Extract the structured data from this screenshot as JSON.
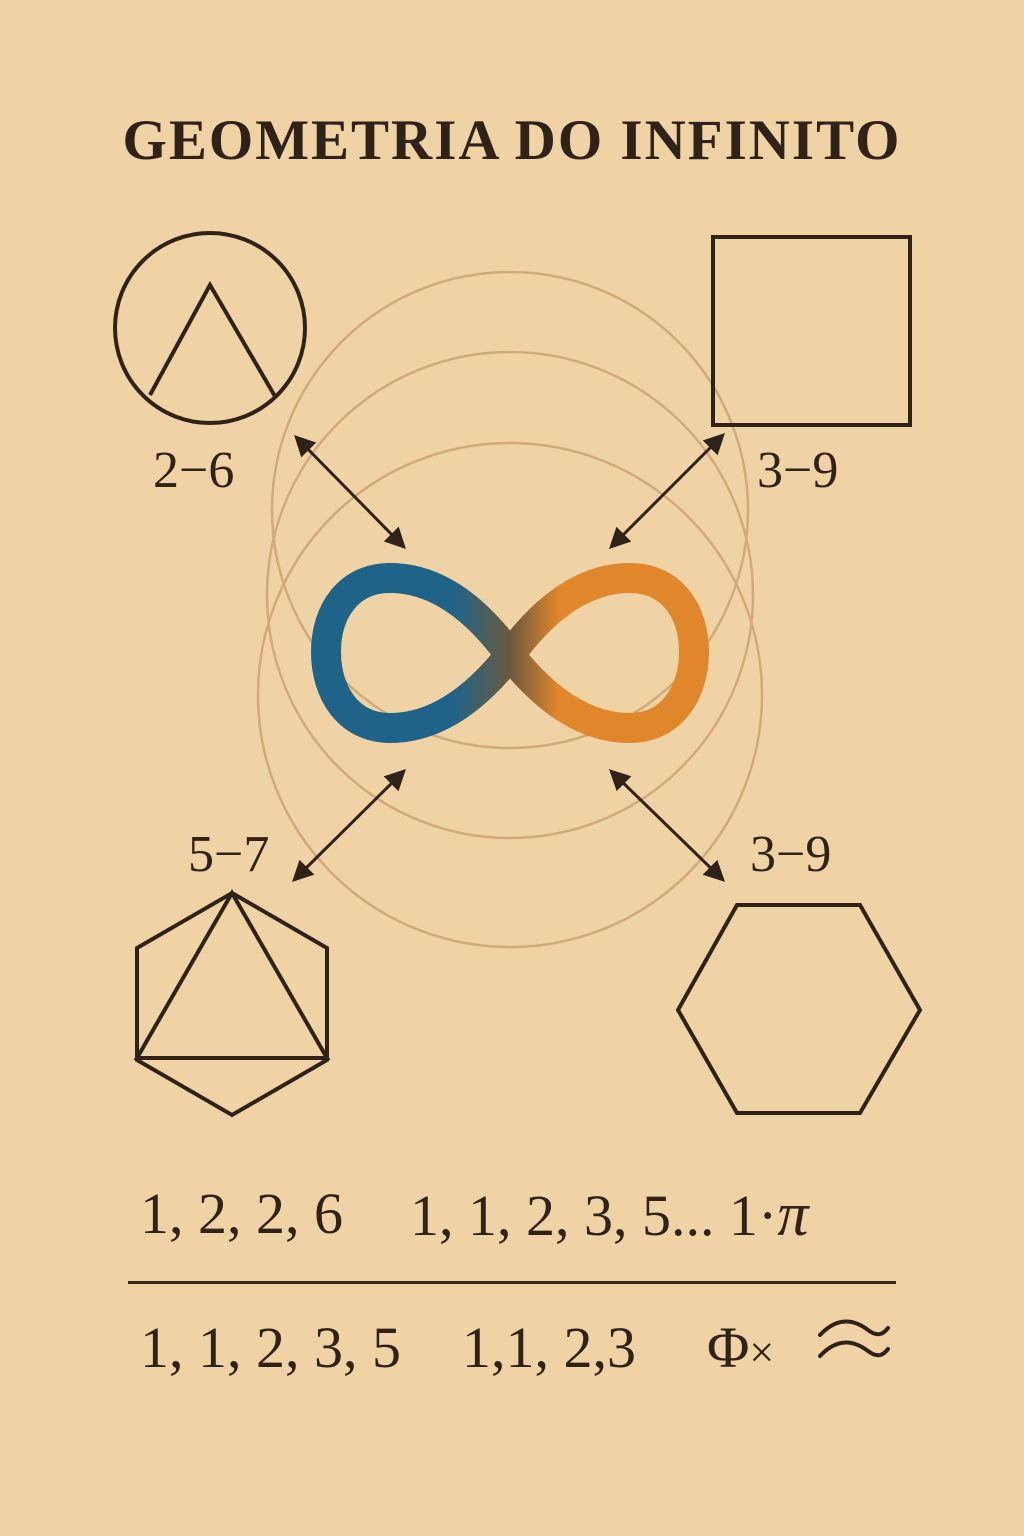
{
  "title": "GEOMETRIA DO INFINITO",
  "ratios": {
    "top_left": "2−6",
    "top_right": "3−9",
    "bottom_left": "5−7",
    "bottom_right": "3−9"
  },
  "sequences": {
    "top_a": "1, 2, 2, 6",
    "top_b": "1, 1, 2, 3, 5... 1·",
    "top_pi": "π",
    "bottom_a": "1, 1, 2, 3, 5",
    "bottom_b": "1,1, 2,3",
    "bottom_phi": "Φ",
    "bottom_times": "×"
  },
  "colors": {
    "background": "#f0d3a5",
    "ink": "#2f2218",
    "infinity_left": "#1f6488",
    "infinity_right": "#e0862b",
    "circles": "#caa06c"
  },
  "icons": [
    "circle-triangle-icon",
    "square-icon",
    "infinity-icon",
    "hexagon-triangle-icon",
    "hexagon-icon",
    "approx-wave-icon"
  ]
}
